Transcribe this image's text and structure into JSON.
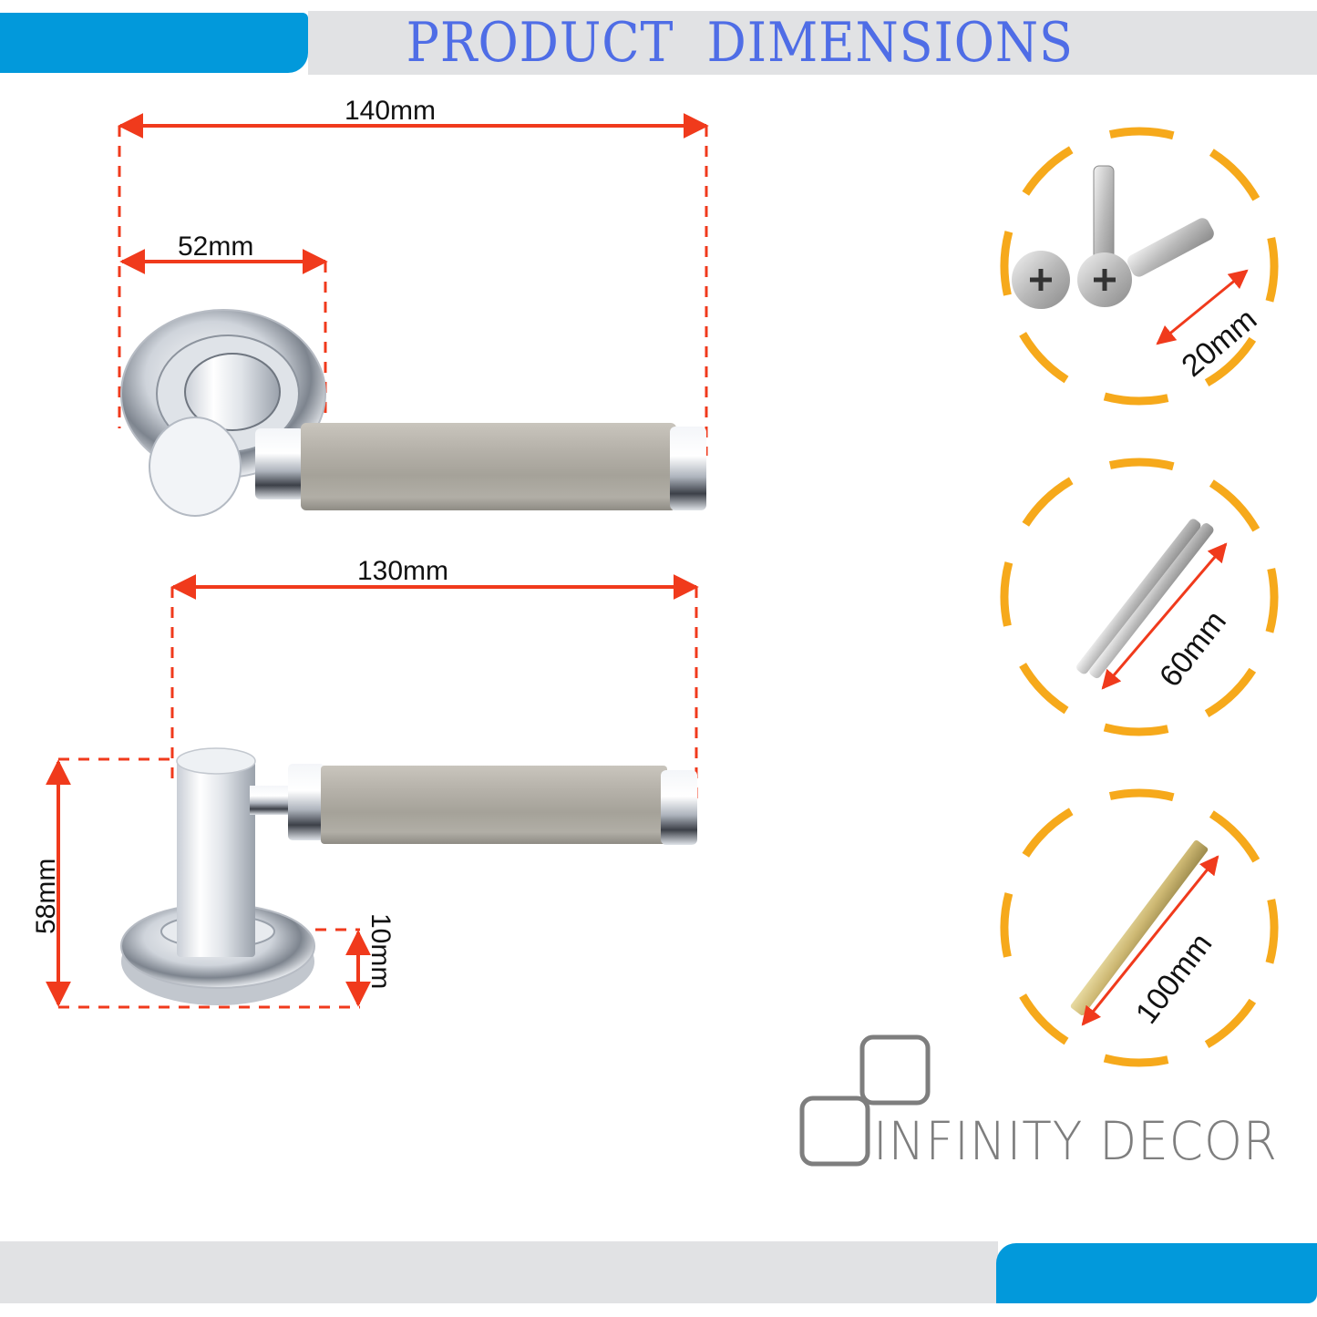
{
  "header": {
    "title": "PRODUCT  DIMENSIONS",
    "accent_color": "#0299db",
    "bar_color": "#e1e2e4",
    "title_color": "#4f6de6"
  },
  "handle_top_view": {
    "total_length": "140mm",
    "rose_diameter": "52mm"
  },
  "handle_side_view": {
    "lever_length": "130mm",
    "height": "58mm",
    "rose_thickness": "10mm"
  },
  "accessories": [
    {
      "name": "screws",
      "dimension": "20mm"
    },
    {
      "name": "fixing-bolts",
      "dimension": "60mm"
    },
    {
      "name": "spindle",
      "dimension": "100mm"
    }
  ],
  "brand": {
    "name": "INFINITY DECOR"
  },
  "colors": {
    "dimension_line": "#f03a1c",
    "accessory_ring": "#f6a91b",
    "chrome": "#d8dce2",
    "satin_nickel": "#b3afa7",
    "logo_gray": "#7e7e7e"
  }
}
